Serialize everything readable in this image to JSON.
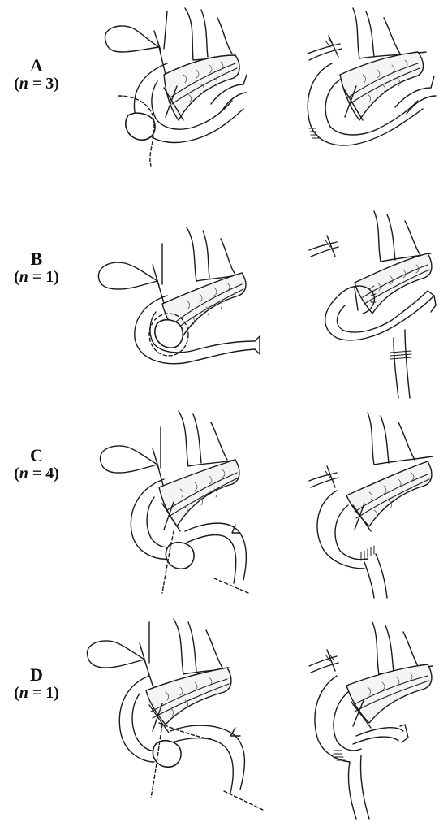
{
  "panels": [
    {
      "id": "A",
      "letter": "A",
      "n_prefix": "(",
      "n_symbol": "n",
      "n_text": " = 3)",
      "count": 3
    },
    {
      "id": "B",
      "letter": "B",
      "n_prefix": "(",
      "n_symbol": "n",
      "n_text": " = 1)",
      "count": 1
    },
    {
      "id": "C",
      "letter": "C",
      "n_prefix": "(",
      "n_symbol": "n",
      "n_text": " = 4)",
      "count": 4
    },
    {
      "id": "D",
      "letter": "D",
      "n_prefix": "(",
      "n_symbol": "n",
      "n_text": " = 1)",
      "count": 1
    }
  ],
  "colors": {
    "ink": "#1a1a1a",
    "pancreas_fill": "#f4f4f4",
    "background": "#ffffff"
  }
}
